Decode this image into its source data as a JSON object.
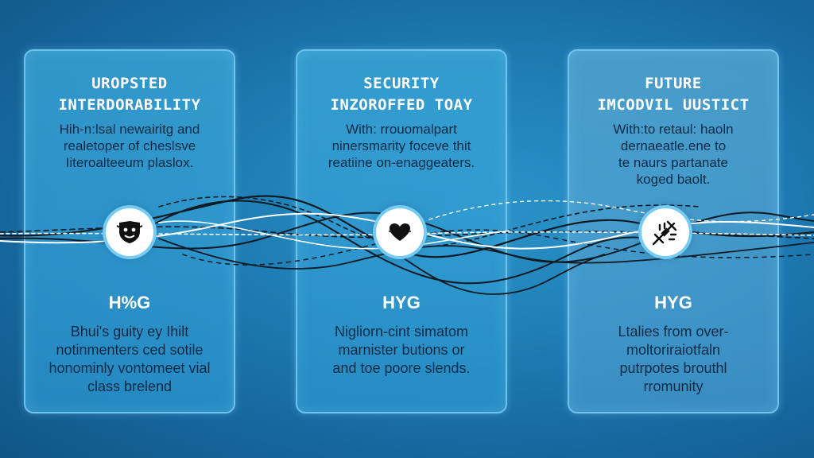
{
  "cards": [
    {
      "title_lines": [
        "UROPSTED",
        "INTERDORABILITY"
      ],
      "intro_lines": [
        "Hih-n:lsal newairitg and",
        "realetoper of cheslsve",
        "Iiteroalteeum plaslox."
      ],
      "label": "H%G",
      "body_lines": [
        "Bhui's guity ey Ihilt",
        "notinmenters ced sotile",
        "honominly vontomeet vial",
        "class brelend"
      ],
      "icon": "shield-face-icon"
    },
    {
      "title_lines": [
        "SECURITY",
        "INZOROFFED TOAY"
      ],
      "intro_lines": [
        "With: rrouomalpart",
        "ninersmarity foceve thit",
        "reatiine on-enaggeaters."
      ],
      "label": "HYG",
      "body_lines": [
        "Nigliorn-cint simatom",
        "marnister butions or",
        "and toe poore slends."
      ],
      "icon": "heart-icon"
    },
    {
      "title_lines": [
        "FUTURE",
        "IMCODVIL UUSTICT"
      ],
      "intro_lines": [
        "With:to retaul: haoln",
        "dernaeatle.ene to",
        "te naurs partanate",
        "koged baolt."
      ],
      "label": "HYG",
      "body_lines": [
        "Ltalies from over-",
        "moltoriraiotfaln",
        "putrpotes brouthl",
        "rromunity"
      ],
      "icon": "tools-icon"
    }
  ],
  "colors": {
    "background": "#1f7fb6",
    "card_fill": "#3aa5d7",
    "card_border": "#78cdf5",
    "title_text": "#ffffff",
    "body_text": "#0f2a44",
    "wave_dark": "#111a22",
    "wave_light": "#ffffff"
  }
}
